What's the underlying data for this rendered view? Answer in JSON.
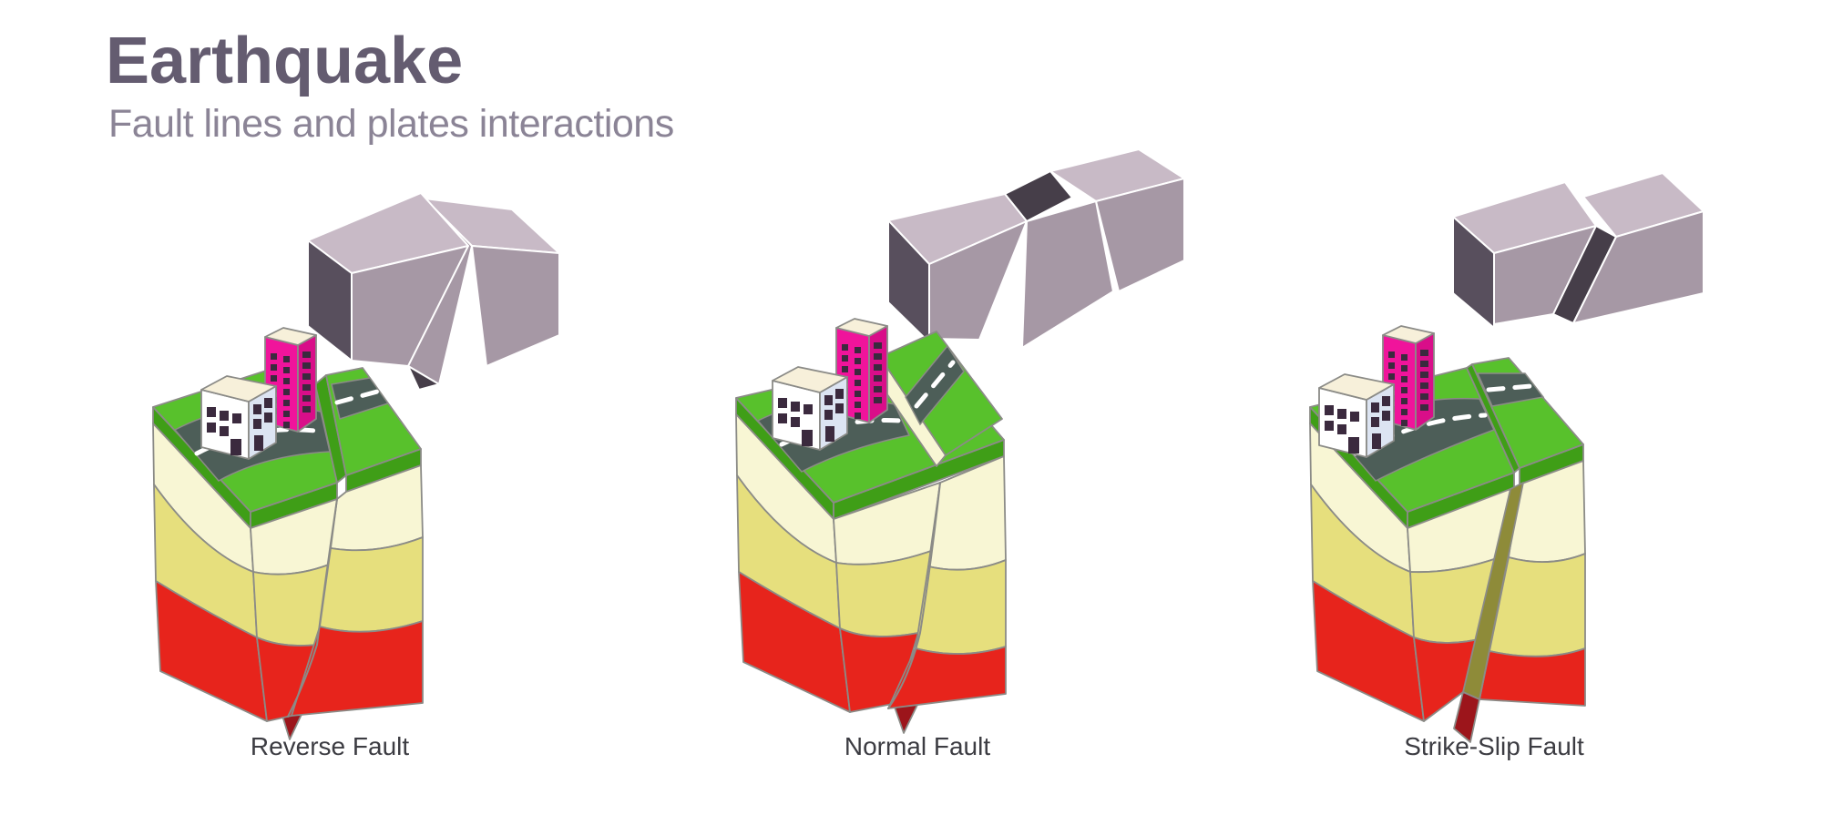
{
  "header": {
    "title": "Earthquake",
    "subtitle": "Fault lines and plates interactions"
  },
  "diagrams": [
    {
      "id": "reverse",
      "label": "Reverse Fault"
    },
    {
      "id": "normal",
      "label": "Normal Fault"
    },
    {
      "id": "strike_slip",
      "label": "Strike-Slip Fault"
    }
  ],
  "palette": {
    "background": "#ffffff",
    "title_color": "#645c70",
    "subtitle_color": "#8b8496",
    "label_color": "#3c3c42",
    "plate_top": "#c8bac6",
    "plate_front": "#a698a5",
    "plate_side": "#584f5d",
    "plate_fault": "#463e49",
    "plate_edge": "#ffffff",
    "grass": "#58c12c",
    "grass_dark": "#3f9e17",
    "road": "#4d5e58",
    "road_line": "#ffffff",
    "soil_cream": "#f8f6d4",
    "soil_yellow": "#e6df7d",
    "soil_red": "#e7241c",
    "soil_dark_red": "#9c151b",
    "fault_olive": "#8e8b39",
    "outline": "#8b8b87",
    "building_pink": "#f0149b",
    "building_pink_dark": "#d90e89",
    "building_white": "#ffffff",
    "building_white_side": "#dce4f2",
    "building_roof": "#f7f0da",
    "building_window": "#3b2a3e"
  }
}
